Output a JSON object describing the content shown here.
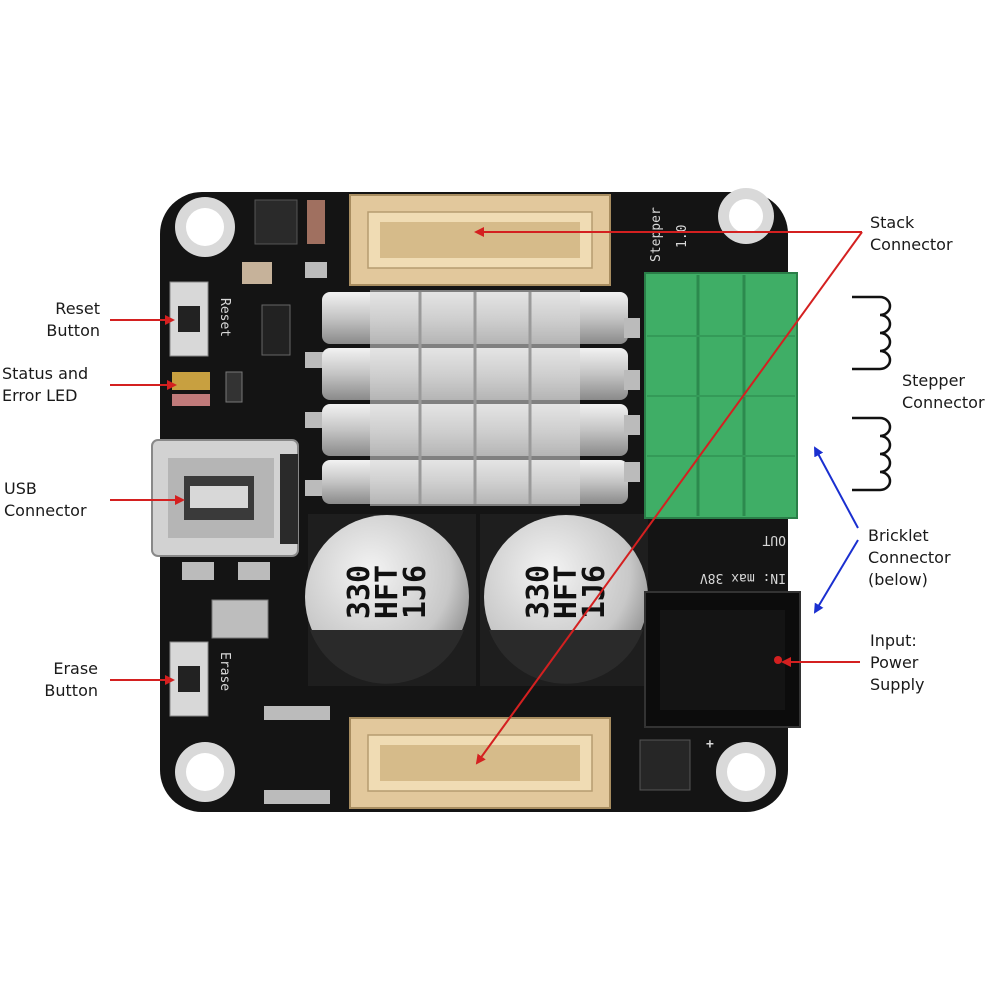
{
  "labels": {
    "reset_button": [
      "Reset",
      "Button"
    ],
    "status_led": [
      "Status and",
      "Error LED"
    ],
    "usb_connector": [
      "USB",
      "Connector"
    ],
    "erase_button": [
      "Erase",
      "Button"
    ],
    "stack_connector": [
      "Stack",
      "Connector"
    ],
    "stepper_connector": [
      "Stepper",
      "Connector"
    ],
    "bricklet_connector": [
      "Bricklet",
      "Connector",
      "(below)"
    ],
    "power_input": [
      "Input:",
      "Power",
      "Supply"
    ]
  },
  "board_silkscreen": {
    "reset": "Reset",
    "erase": "Erase",
    "stepper": "Stepper",
    "version": "1.0",
    "out": "OUT",
    "in_max": "IN: max 38V",
    "plus": "+",
    "capacitor": [
      "330",
      "HFT",
      "1J6"
    ]
  },
  "colors": {
    "board": "#141414",
    "red_arrow": "#d42020",
    "blue_arrow": "#1a2fd0",
    "terminal_green": "#3fae66",
    "connector_tan": "#e2c89c",
    "heatsink": "#c9c9c9"
  }
}
